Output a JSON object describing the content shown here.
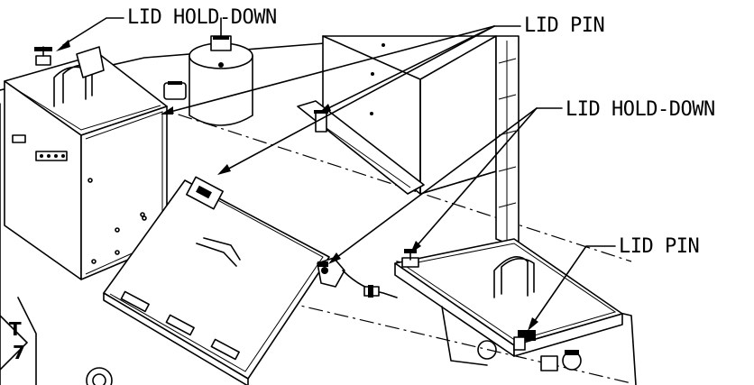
{
  "callouts": {
    "lid_hold_down_left": "LID HOLD-DOWN",
    "lid_pin_top": "LID PIN",
    "lid_hold_down_right": "LID HOLD-DOWN",
    "lid_pin_right": "LID PIN"
  }
}
